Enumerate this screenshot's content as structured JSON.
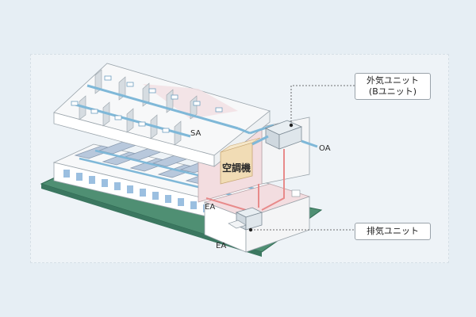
{
  "callouts": {
    "outdoor_unit_line1": "外気ユニット",
    "outdoor_unit_line2": "(Bユニット)",
    "exhaust_unit": "排気ユニット"
  },
  "labels": {
    "sa": "SA",
    "oa": "OA",
    "ea_upper": "EA",
    "ea_lower": "EA",
    "air_handler": "空調機"
  },
  "colors": {
    "supply_duct": "#7fb8d8",
    "exhaust_duct": "#e88a8a",
    "mech_room": "#f3dde0",
    "air_handler_box": "#f1dcb5",
    "ground": "#4f8f73",
    "background": "#e6eef4"
  }
}
